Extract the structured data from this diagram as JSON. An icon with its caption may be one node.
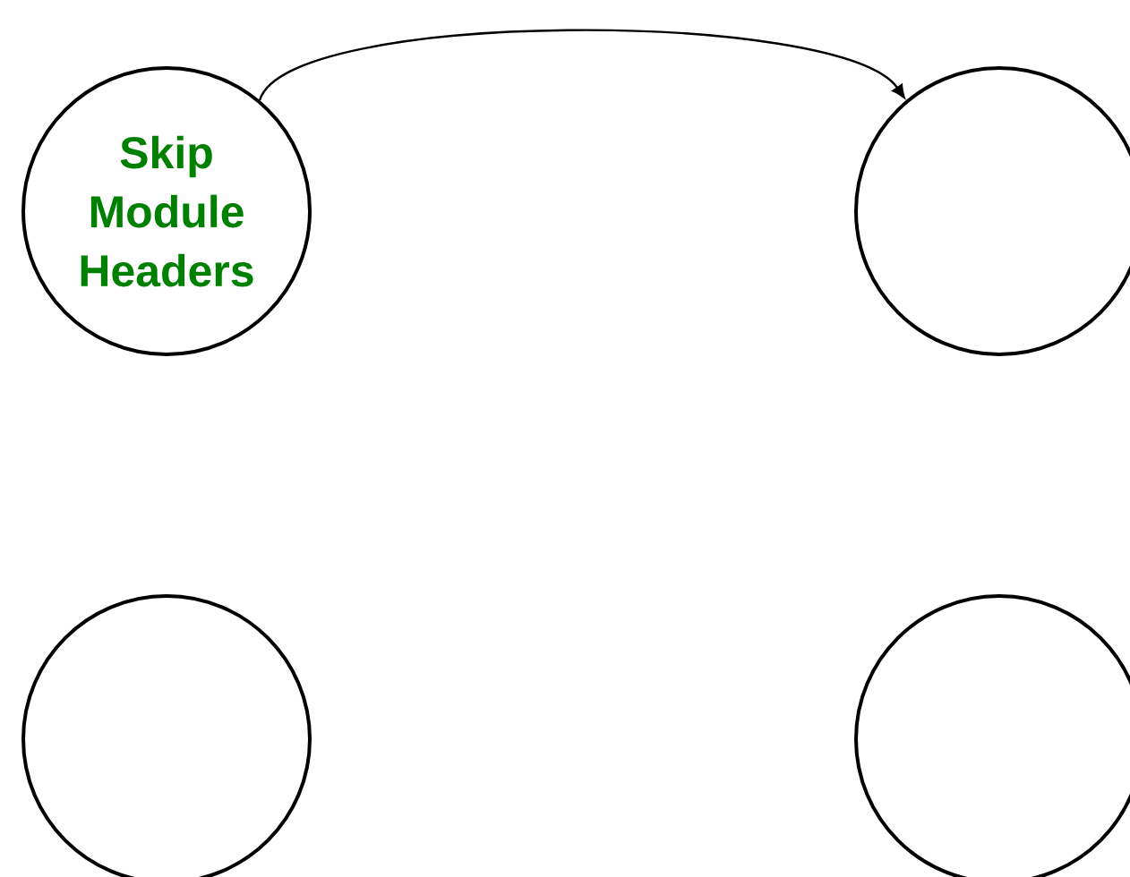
{
  "diagram": {
    "nodes": [
      {
        "text": [
          "Skip Module Headers"
        ]
      },
      {
        "text": [],
        "shape": "circle"
      },
      {
        "text": [],
        "shape": "circle"
      },
      {
        "text": [],
        "shape": "circle"
      }
    ],
    "edges": [
      {
        "from": 0,
        "to": 1,
        "arrow": "to"
      }
    ]
  }
}
